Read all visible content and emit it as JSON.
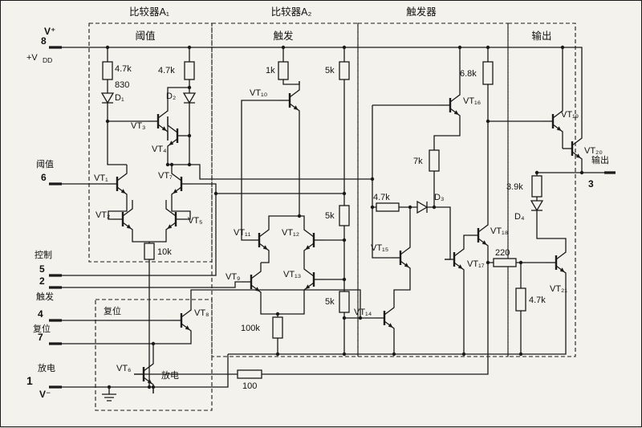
{
  "sections": {
    "comparator_a1": "比较器A₁",
    "comparator_a2": "比较器A₂",
    "flip_flop": "触发器",
    "output_box": "输出",
    "threshold_top": "阈值",
    "trigger_top": "触发",
    "reset_inner": "复位",
    "discharge_inner": "放电"
  },
  "pins": {
    "v_plus": "V⁺",
    "pin_8": "8",
    "vdd_prefix": "+V",
    "vdd_sub": "DD",
    "threshold_label": "阈值",
    "pin_6": "6",
    "control_label": "控制",
    "pin_5": "5",
    "pin_2": "2",
    "trigger_label": "触发",
    "pin_4": "4",
    "reset_label": "复位",
    "pin_7": "7",
    "discharge_label": "放电",
    "pin_1": "1",
    "v_minus": "V⁻",
    "output_label": "输出",
    "pin_3": "3"
  },
  "resistors": {
    "r1": "4.7k",
    "r1b": "830",
    "r2": "4.7k",
    "r3": "1k",
    "r4": "5k",
    "r5": "6.8k",
    "r6": "7k",
    "r7": "5k",
    "r8": "4.7k",
    "r9": "10k",
    "r10": "5k",
    "r11": "100k",
    "r12": "100",
    "r13": "220",
    "r14": "3.9k",
    "r15": "4.7k"
  },
  "diodes": {
    "d1": "D₁",
    "d2": "D₂",
    "d3": "D₃",
    "d4": "D₄"
  },
  "transistors": {
    "vt1": "VT₁",
    "vt2": "VT₂",
    "vt3": "VT₃",
    "vt4": "VT₄",
    "vt5": "VT₅",
    "vt6": "VT₆",
    "vt7": "VT₇",
    "vt8": "VT₈",
    "vt9": "VT₉",
    "vt10": "VT₁₀",
    "vt11": "VT₁₁",
    "vt12": "VT₁₂",
    "vt13": "VT₁₃",
    "vt14": "VT₁₄",
    "vt15": "VT₁₅",
    "vt16": "VT₁₆",
    "vt17": "VT₁₇",
    "vt18": "VT₁₈",
    "vt19": "VT₁₉",
    "vt20": "VT₂₀",
    "vt21": "VT₂₁"
  },
  "colors": {
    "line": "#1a1a1a",
    "background": "#f4f2ec"
  }
}
